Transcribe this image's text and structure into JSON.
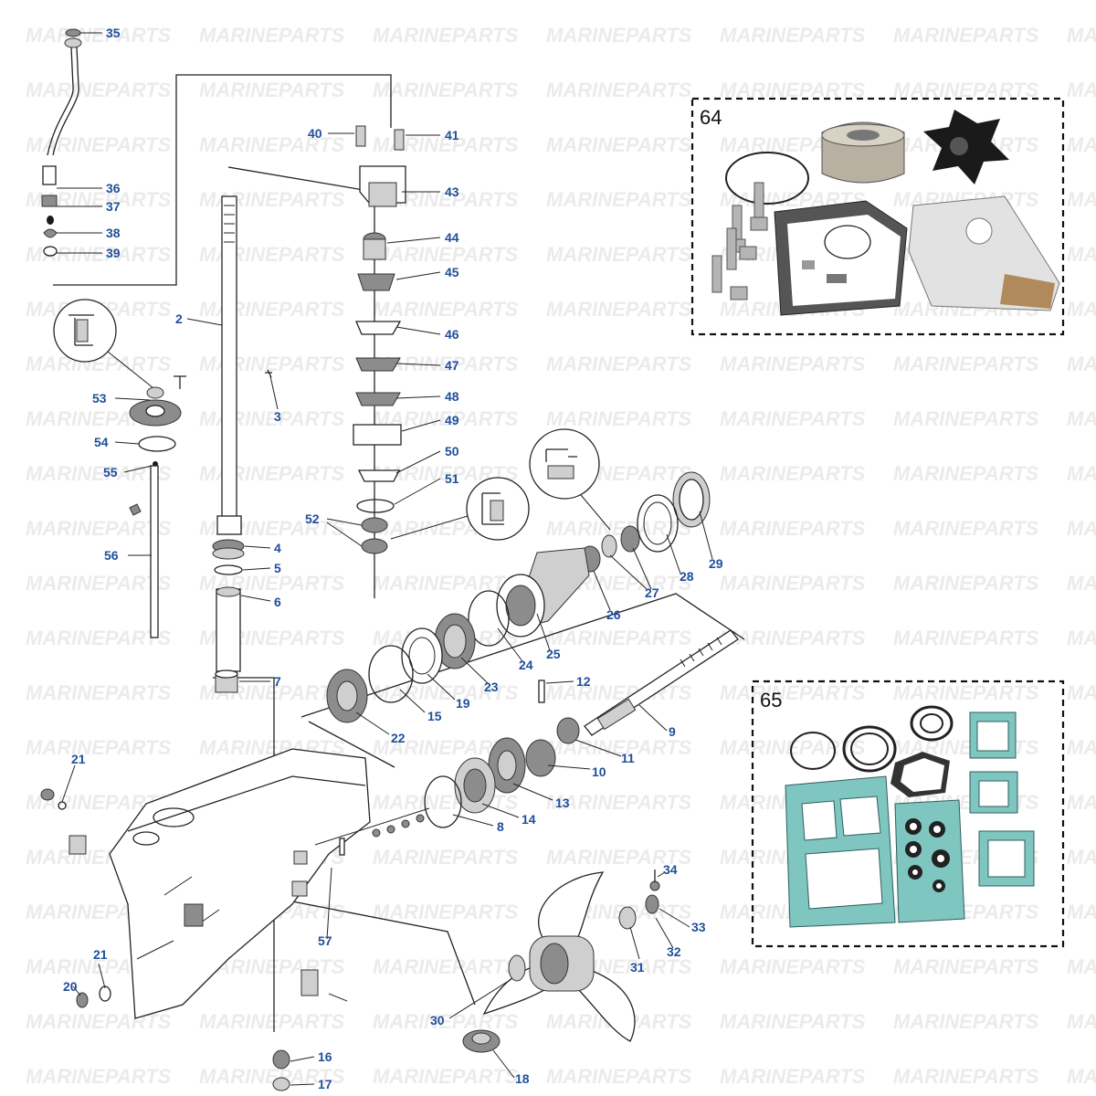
{
  "watermark": {
    "text": "MARINEPARTS"
  },
  "kits": [
    {
      "id": "kit-64",
      "label": "64"
    },
    {
      "id": "kit-65",
      "label": "65"
    }
  ],
  "part_labels": {
    "p2": "2",
    "p3": "3",
    "p4": "4",
    "p5": "5",
    "p6": "6",
    "p7": "7",
    "p8": "8",
    "p9": "9",
    "p10": "10",
    "p11": "11",
    "p12": "12",
    "p13": "13",
    "p14": "14",
    "p15": "15",
    "p16": "16",
    "p17": "17",
    "p18": "18",
    "p19": "19",
    "p20": "20",
    "p21a": "21",
    "p21b": "21",
    "p22": "22",
    "p23": "23",
    "p24": "24",
    "p25": "25",
    "p26": "26",
    "p27": "27",
    "p28": "28",
    "p29": "29",
    "p30": "30",
    "p31": "31",
    "p32": "32",
    "p33": "33",
    "p34": "34",
    "p35": "35",
    "p36": "36",
    "p37": "37",
    "p38": "38",
    "p39": "39",
    "p40": "40",
    "p41": "41",
    "p43": "43",
    "p44": "44",
    "p45": "45",
    "p46": "46",
    "p47": "47",
    "p48": "48",
    "p49": "49",
    "p50": "50",
    "p51": "51",
    "p52": "52",
    "p53": "53",
    "p54": "54",
    "p55": "55",
    "p56": "56",
    "p57": "57"
  },
  "colors": {
    "label": "#1f4f9a",
    "watermark": "#ebebeb",
    "gasket": "#7fc5c0",
    "line": "#222222"
  }
}
